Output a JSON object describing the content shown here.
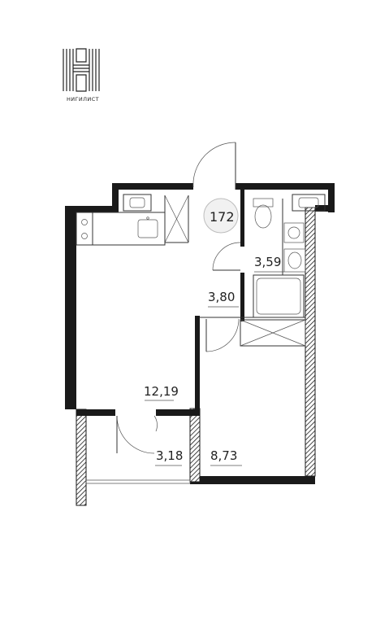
{
  "brand": {
    "name": "НИГИЛИСТ",
    "logo_icon": "nigilist-logo-icon"
  },
  "unit": {
    "number": "172"
  },
  "rooms": [
    {
      "id": "room",
      "area": "12,19"
    },
    {
      "id": "bathroom",
      "area": "3,59"
    },
    {
      "id": "hallway",
      "area": "3,80"
    },
    {
      "id": "loggia",
      "area": "3,18"
    },
    {
      "id": "kitchen",
      "area": "8,73"
    }
  ],
  "colors": {
    "wall": "#1a1a1a",
    "background": "#ffffff",
    "line": "#333333"
  }
}
